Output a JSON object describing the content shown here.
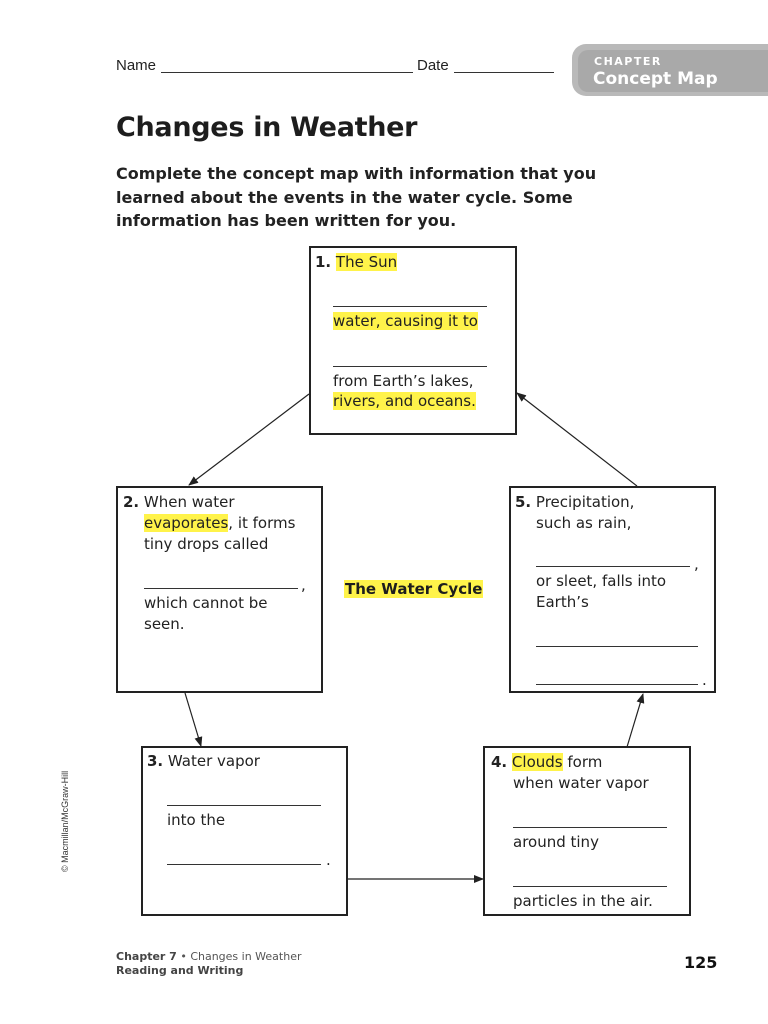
{
  "header": {
    "name_label": "Name",
    "date_label": "Date",
    "chapter_small": "CHAPTER",
    "chapter_big": "Concept Map"
  },
  "title": "Changes in Weather",
  "intro": {
    "line1": "Complete the concept map with information that you",
    "line2": "learned about the events in the water cycle. Some",
    "line3": "information has been written for you."
  },
  "center_label": "The Water Cycle",
  "box1": {
    "number": "1.",
    "line1": "The Sun",
    "line2": "water, causing it to",
    "line3": "from Earth’s lakes,",
    "line4": "rivers, and oceans."
  },
  "box2": {
    "number": "2.",
    "line1": "When water",
    "line2_highlight": "evaporates",
    "line2_rest": ", it forms",
    "line3": "tiny drops called",
    "comma": ",",
    "line4": "which cannot be",
    "line5": "seen."
  },
  "box3": {
    "number": "3.",
    "line1": "Water vapor",
    "line2": "into the",
    "period": "."
  },
  "box4": {
    "number": "4.",
    "line1_highlight": "Clouds",
    "line1_rest": " form",
    "line2": "when water vapor",
    "line3": "around tiny",
    "line4": "particles in the air."
  },
  "box5": {
    "number": "5.",
    "line1": "Precipitation,",
    "line2": "such as rain,",
    "comma": ",",
    "line3": "or sleet, falls into",
    "line4": "Earth’s",
    "period": "."
  },
  "copyright": "© Macmillan/McGraw-Hill",
  "footer": {
    "chapter": "Chapter 7",
    "bullet": " • ",
    "chapter_title": "Changes in Weather",
    "subtitle": "Reading and Writing",
    "page_number": "125"
  },
  "colors": {
    "highlight": "#fff34a",
    "chapter_tab": "#a9a9a9"
  }
}
